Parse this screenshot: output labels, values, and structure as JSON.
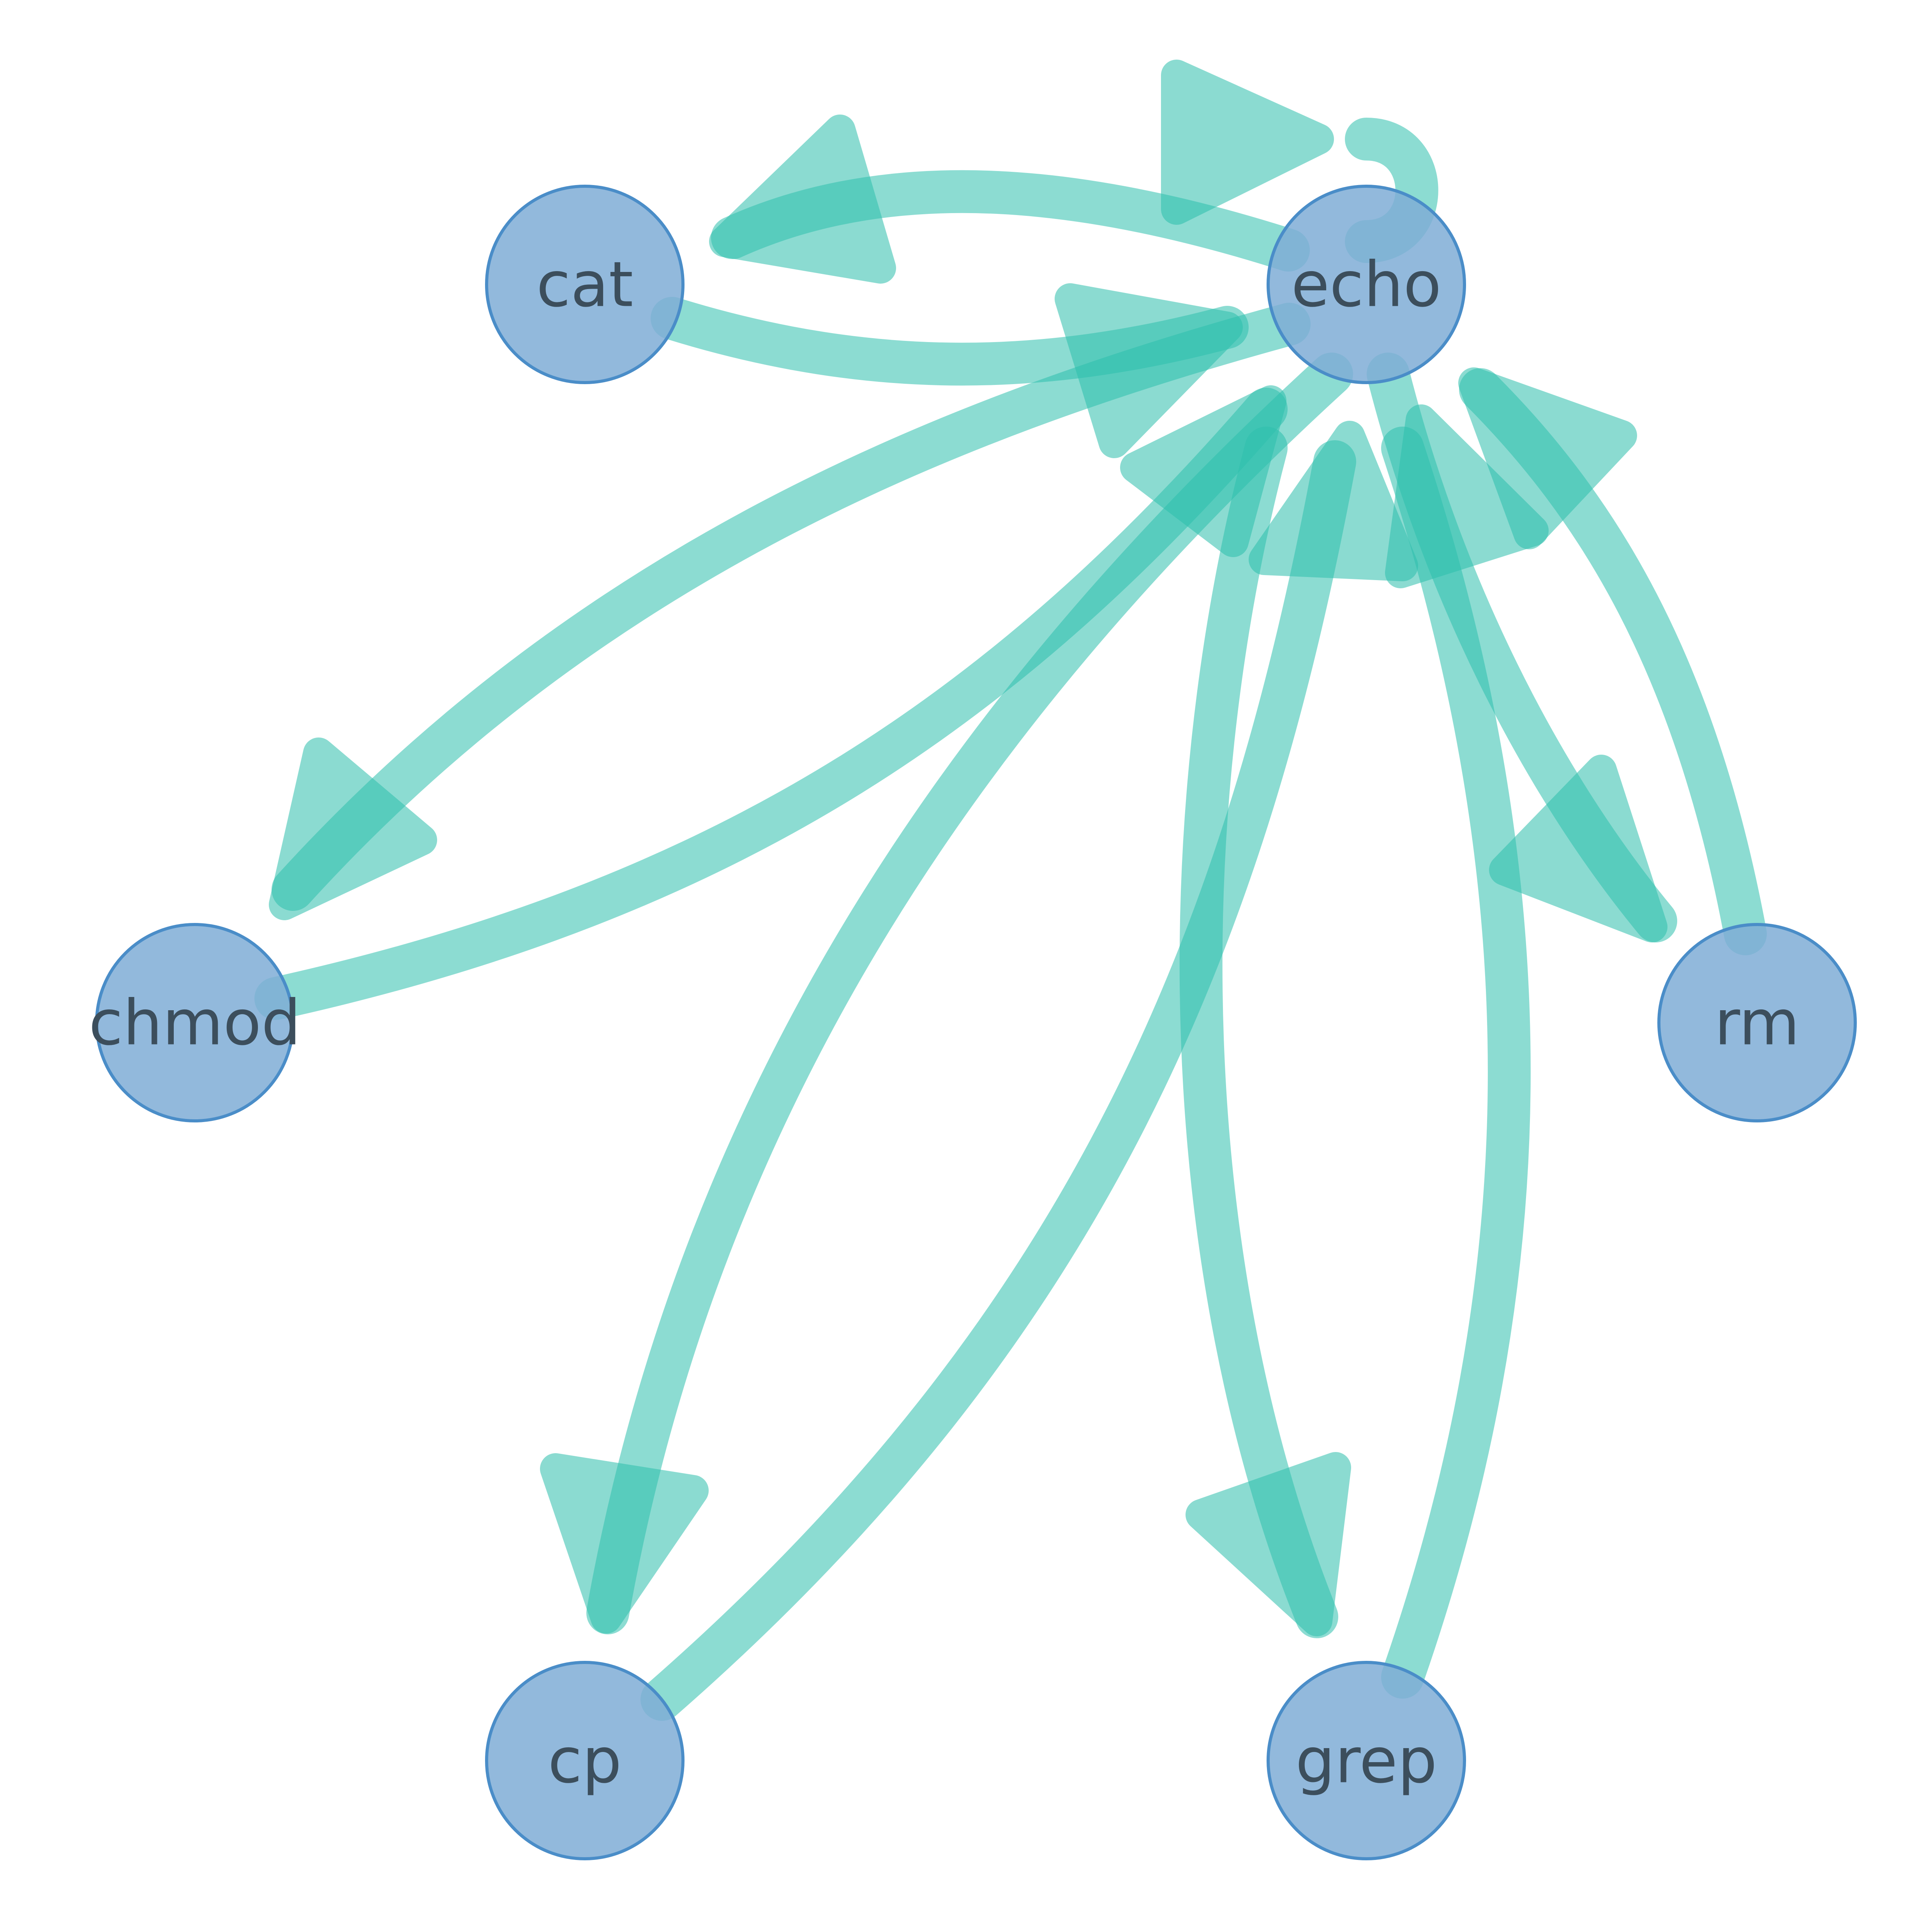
{
  "colors": {
    "edge": "#2ebfad",
    "node_fill": "#7fadd6",
    "node_stroke": "#4a8dc8",
    "label": "#3c4e5c"
  },
  "nodes": [
    {
      "id": "echo",
      "label": "echo"
    },
    {
      "id": "cat",
      "label": "cat"
    },
    {
      "id": "chmod",
      "label": "chmod"
    },
    {
      "id": "cp",
      "label": "cp"
    },
    {
      "id": "grep",
      "label": "grep"
    },
    {
      "id": "rm",
      "label": "rm"
    }
  ],
  "edges": [
    {
      "source": "echo",
      "target": "echo"
    },
    {
      "source": "echo",
      "target": "cat"
    },
    {
      "source": "cat",
      "target": "echo"
    },
    {
      "source": "echo",
      "target": "chmod"
    },
    {
      "source": "chmod",
      "target": "echo"
    },
    {
      "source": "echo",
      "target": "cp"
    },
    {
      "source": "cp",
      "target": "echo"
    },
    {
      "source": "echo",
      "target": "grep"
    },
    {
      "source": "grep",
      "target": "echo"
    },
    {
      "source": "echo",
      "target": "rm"
    },
    {
      "source": "rm",
      "target": "echo"
    }
  ]
}
